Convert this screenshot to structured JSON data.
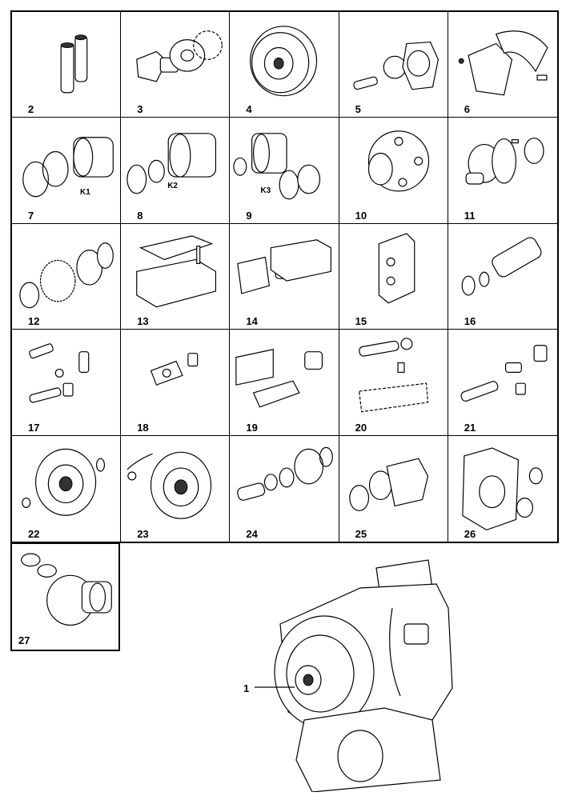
{
  "parts": [
    {
      "number": "2"
    },
    {
      "number": "3"
    },
    {
      "number": "4"
    },
    {
      "number": "5"
    },
    {
      "number": "6"
    },
    {
      "number": "7",
      "sub": "K1"
    },
    {
      "number": "8",
      "sub": "K2"
    },
    {
      "number": "9",
      "sub": "K3"
    },
    {
      "number": "10"
    },
    {
      "number": "11"
    },
    {
      "number": "12"
    },
    {
      "number": "13"
    },
    {
      "number": "14"
    },
    {
      "number": "15"
    },
    {
      "number": "16"
    },
    {
      "number": "17"
    },
    {
      "number": "18"
    },
    {
      "number": "19"
    },
    {
      "number": "20"
    },
    {
      "number": "21"
    },
    {
      "number": "22"
    },
    {
      "number": "23"
    },
    {
      "number": "24"
    },
    {
      "number": "25"
    },
    {
      "number": "26"
    },
    {
      "number": "27"
    }
  ],
  "assembly": {
    "callout": "1"
  }
}
